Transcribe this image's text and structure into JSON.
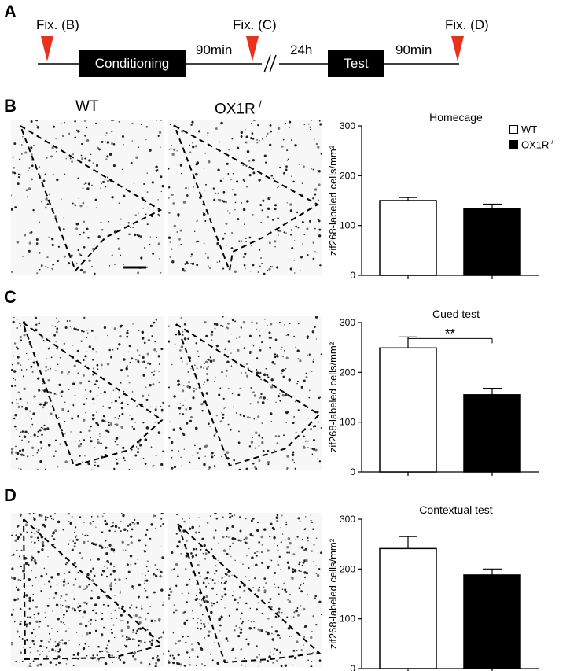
{
  "panel_labels": {
    "a": "A",
    "b": "B",
    "c": "C",
    "d": "D"
  },
  "timeline": {
    "fix_b": "Fix. (B)",
    "fix_c": "Fix. (C)",
    "fix_d": "Fix. (D)",
    "conditioning": "Conditioning",
    "interval_1": "90min",
    "interval_2": "24h",
    "test": "Test",
    "interval_3": "90min",
    "marker_color": "#e8321e"
  },
  "genotypes": {
    "wt": "WT",
    "ox1r": "OX1R",
    "ox1r_sup": "-/-"
  },
  "legend": {
    "wt": "WT",
    "ox1r": "OX1R",
    "ox1r_sup": "-/-"
  },
  "chart_data": [
    {
      "type": "bar",
      "title": "Homecage",
      "ylabel": "zif268-labeled cells/mm²",
      "categories": [
        "WT",
        "OX1R-/-"
      ],
      "values": [
        150,
        134
      ],
      "errors": [
        6,
        9
      ],
      "ylim": [
        0,
        300
      ],
      "yticks": [
        0,
        100,
        200,
        300
      ],
      "colors": [
        "#ffffff",
        "#000000"
      ],
      "legend_position": "top-right"
    },
    {
      "type": "bar",
      "title": "Cued test",
      "ylabel": "zif268-labeled cells/mm²",
      "categories": [
        "WT",
        "OX1R-/-"
      ],
      "values": [
        249,
        155
      ],
      "errors": [
        22,
        13
      ],
      "ylim": [
        0,
        300
      ],
      "yticks": [
        0,
        100,
        200,
        300
      ],
      "colors": [
        "#ffffff",
        "#000000"
      ],
      "significance": "**"
    },
    {
      "type": "bar",
      "title": "Contextual test",
      "ylabel": "zif268-labeled cells/mm²",
      "categories": [
        "WT",
        "OX1R-/-"
      ],
      "values": [
        241,
        188
      ],
      "errors": [
        24,
        12
      ],
      "ylim": [
        0,
        300
      ],
      "yticks": [
        0,
        100,
        200,
        300
      ],
      "colors": [
        "#ffffff",
        "#000000"
      ]
    }
  ]
}
